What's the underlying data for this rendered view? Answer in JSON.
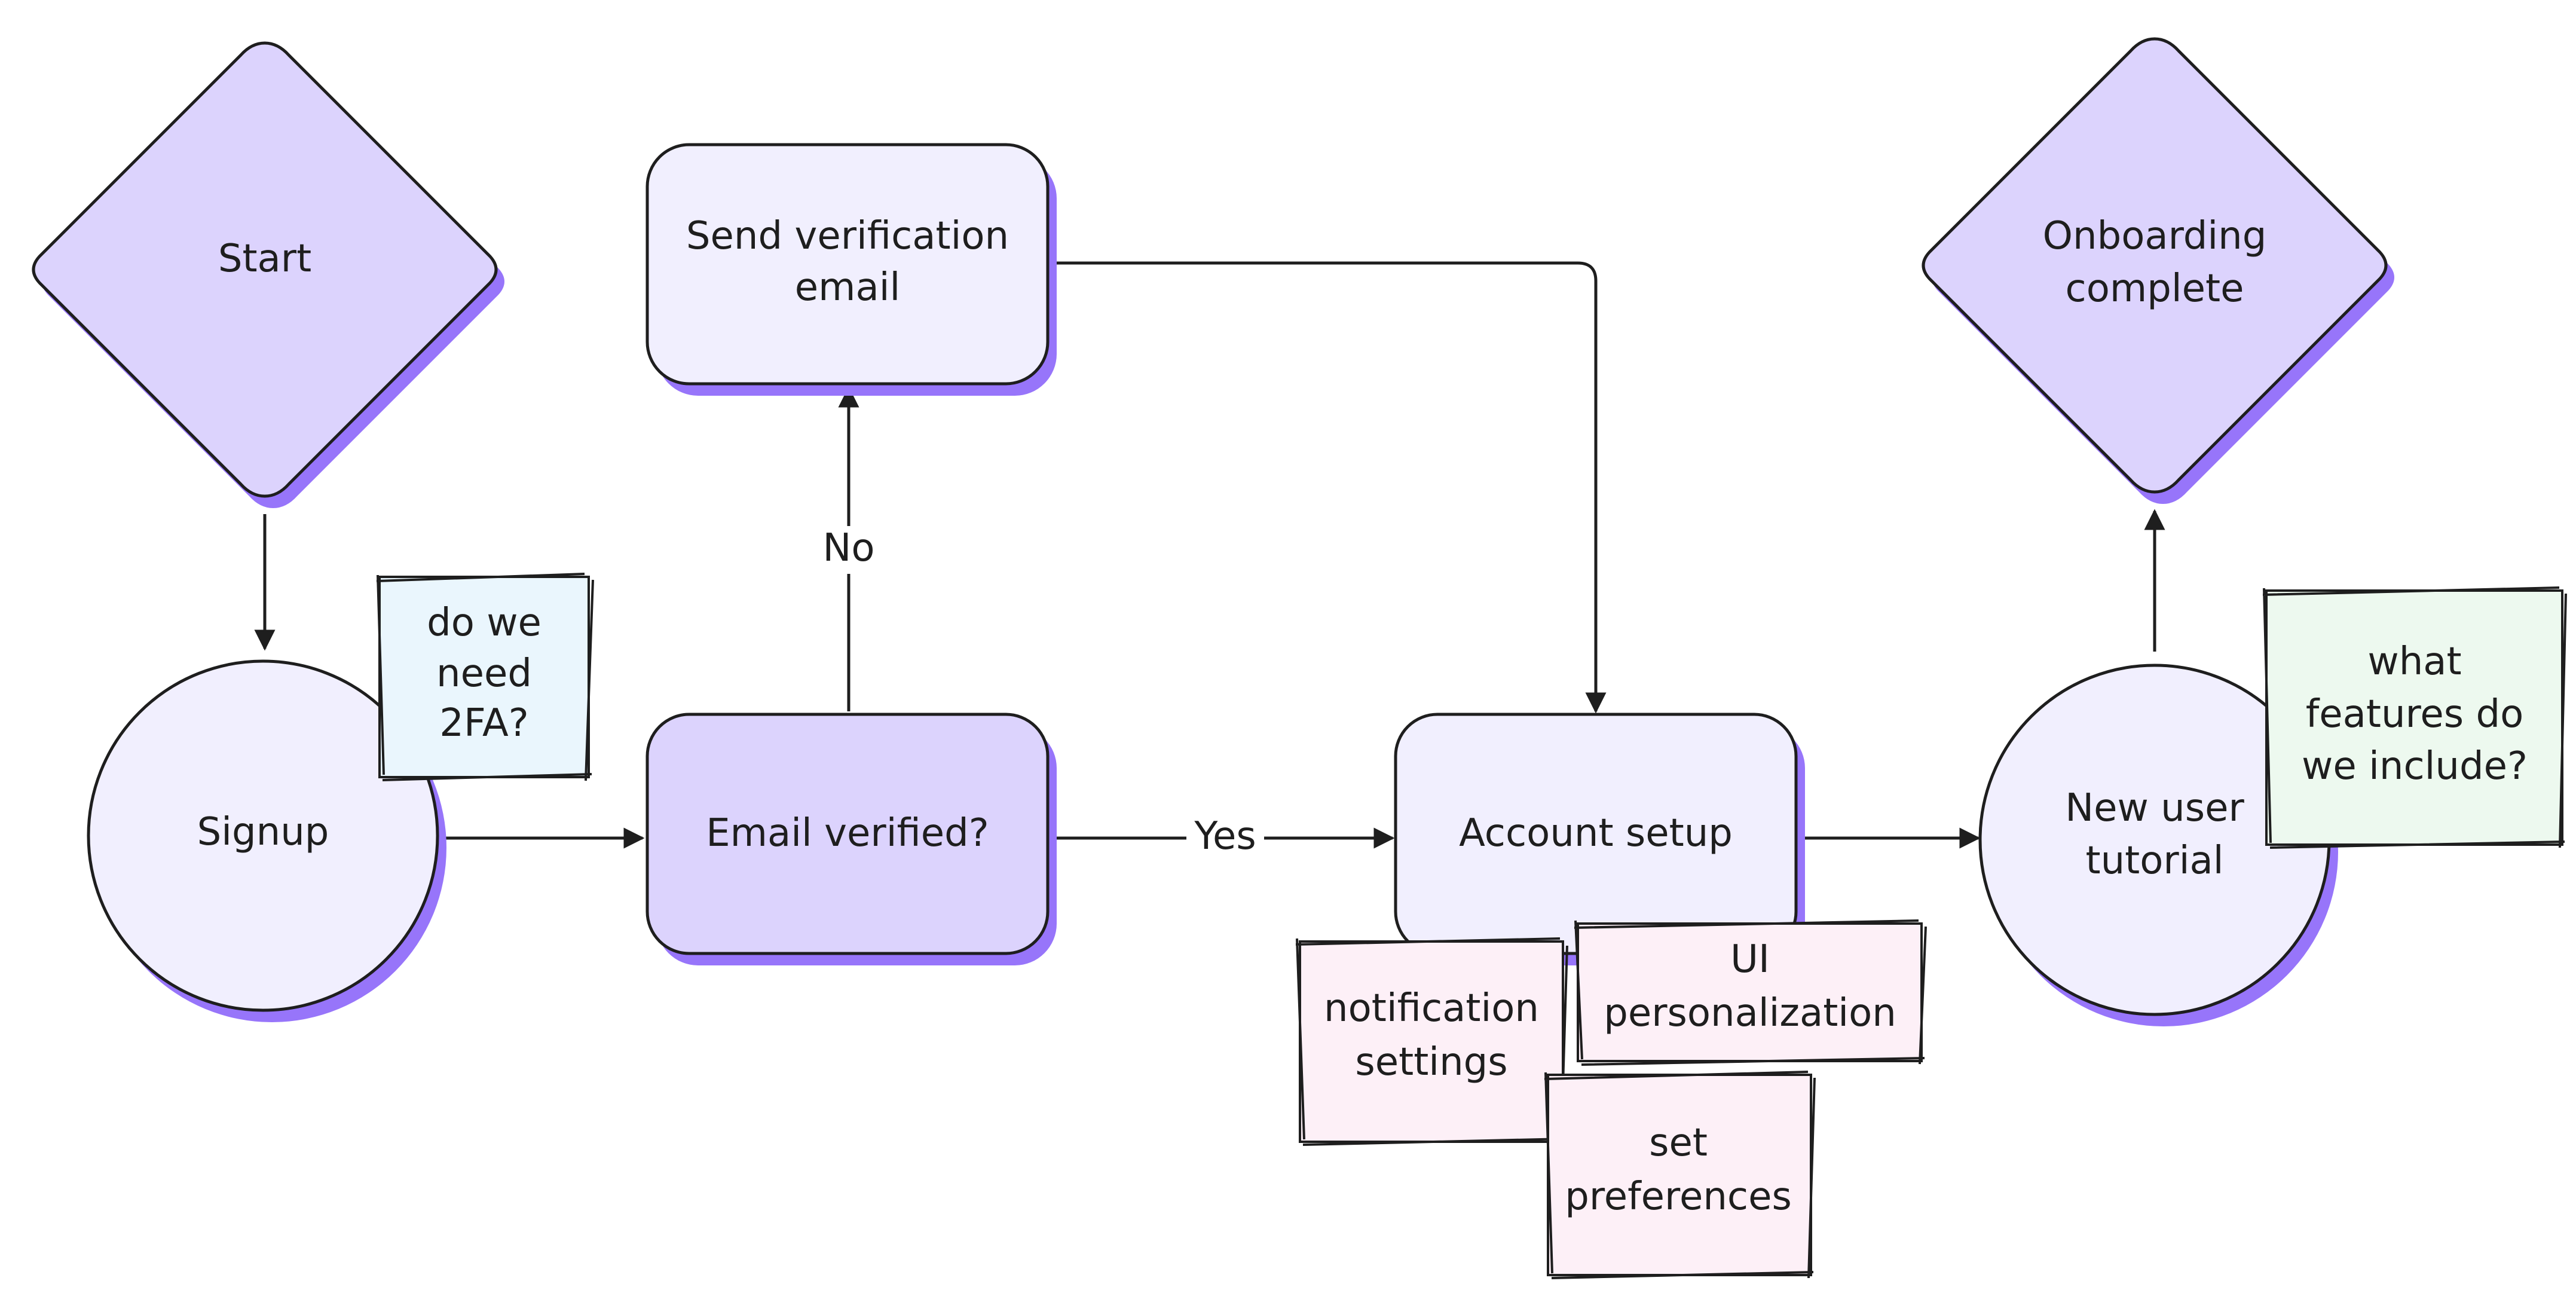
{
  "colors": {
    "ink": "#1e1e1e",
    "shadow": "#9775fa",
    "node_dark": "#dcd3fd",
    "node_light": "#f1effe",
    "note_blue": "#eaf6fd",
    "note_pink": "#fdf0f7",
    "note_green": "#edf9ef"
  },
  "nodes": {
    "start": "Start",
    "signup": "Signup",
    "send_verification": [
      "Send verification",
      "email"
    ],
    "email_verified": "Email verified?",
    "account_setup": "Account setup",
    "new_user_tutorial": [
      "New user",
      "tutorial"
    ],
    "onboarding_complete": [
      "Onboarding",
      "complete"
    ]
  },
  "edges": {
    "no_label": "No",
    "yes_label": "Yes"
  },
  "notes": {
    "two_fa": [
      "do we",
      "need",
      "2FA?"
    ],
    "notification_settings": [
      "notification",
      "settings"
    ],
    "ui_personalization": [
      "UI",
      "personalization"
    ],
    "set_preferences": [
      "set",
      "preferences"
    ],
    "features": [
      "what",
      "features do",
      "we include?"
    ]
  }
}
